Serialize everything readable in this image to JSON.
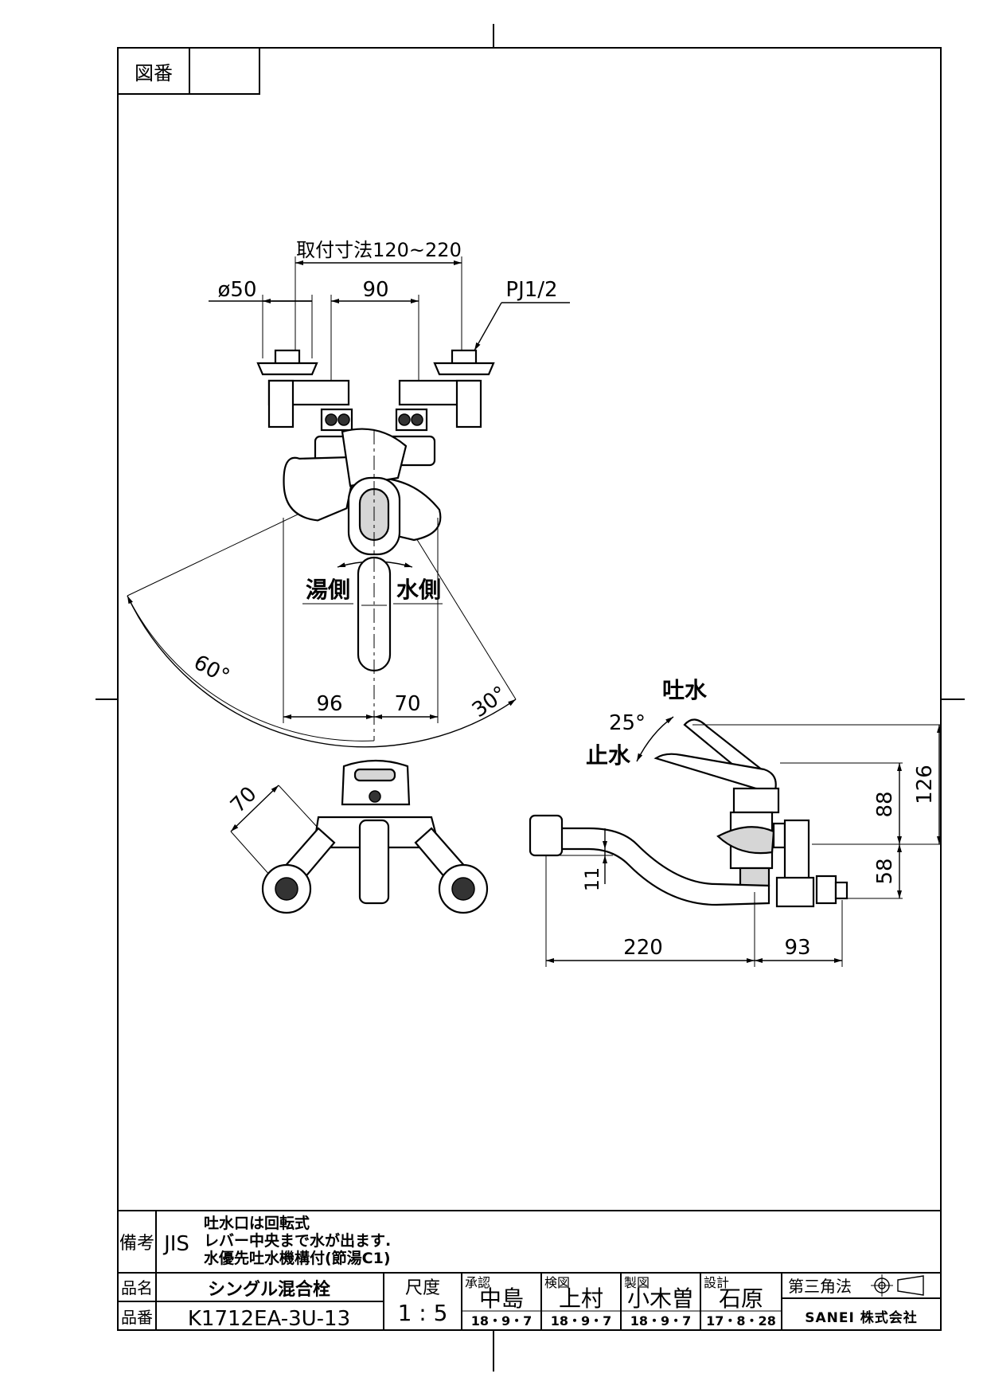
{
  "header": {
    "drawing_no_label": "図番",
    "drawing_no_value": ""
  },
  "front_view": {
    "mount_dim": "取付寸法120~220",
    "phi_dim": "ø50",
    "pitch_dim": "90",
    "thread": "PJ1/2",
    "hot_side": "湯側",
    "cold_side": "水側",
    "angle_left": "60°",
    "angle_right": "30°",
    "dim_left": "96",
    "dim_right": "70"
  },
  "bottom_view": {
    "dim_70": "70"
  },
  "side_view": {
    "spout": "吐水",
    "stop": "止水",
    "lever_angle": "25°",
    "dim_126": "126",
    "dim_88": "88",
    "dim_58": "58",
    "dim_11": "11",
    "dim_220": "220",
    "dim_93": "93"
  },
  "notes": {
    "label": "備考",
    "standard": "JIS",
    "lines": [
      "吐水口は回転式",
      "レバー中央まで水が出ます.",
      "水優先吐水機構付(節湯C1)"
    ]
  },
  "title_block": {
    "name_label": "品名",
    "name_value": "シングル混合栓",
    "number_label": "品番",
    "number_value": "K1712EA-3U-13",
    "scale_label": "尺度",
    "scale_value": "1 : 5",
    "approve_label": "承認",
    "approve_name": "中島",
    "approve_date": "18・9・7",
    "check_label": "検図",
    "check_name": "上村",
    "check_date": "18・9・7",
    "draw_label": "製図",
    "draw_name": "小木曽",
    "draw_date": "18・9・7",
    "design_label": "設計",
    "design_name": "石原",
    "design_date": "17・8・28",
    "projection": "第三角法",
    "company": "SANEI 株式会社"
  }
}
